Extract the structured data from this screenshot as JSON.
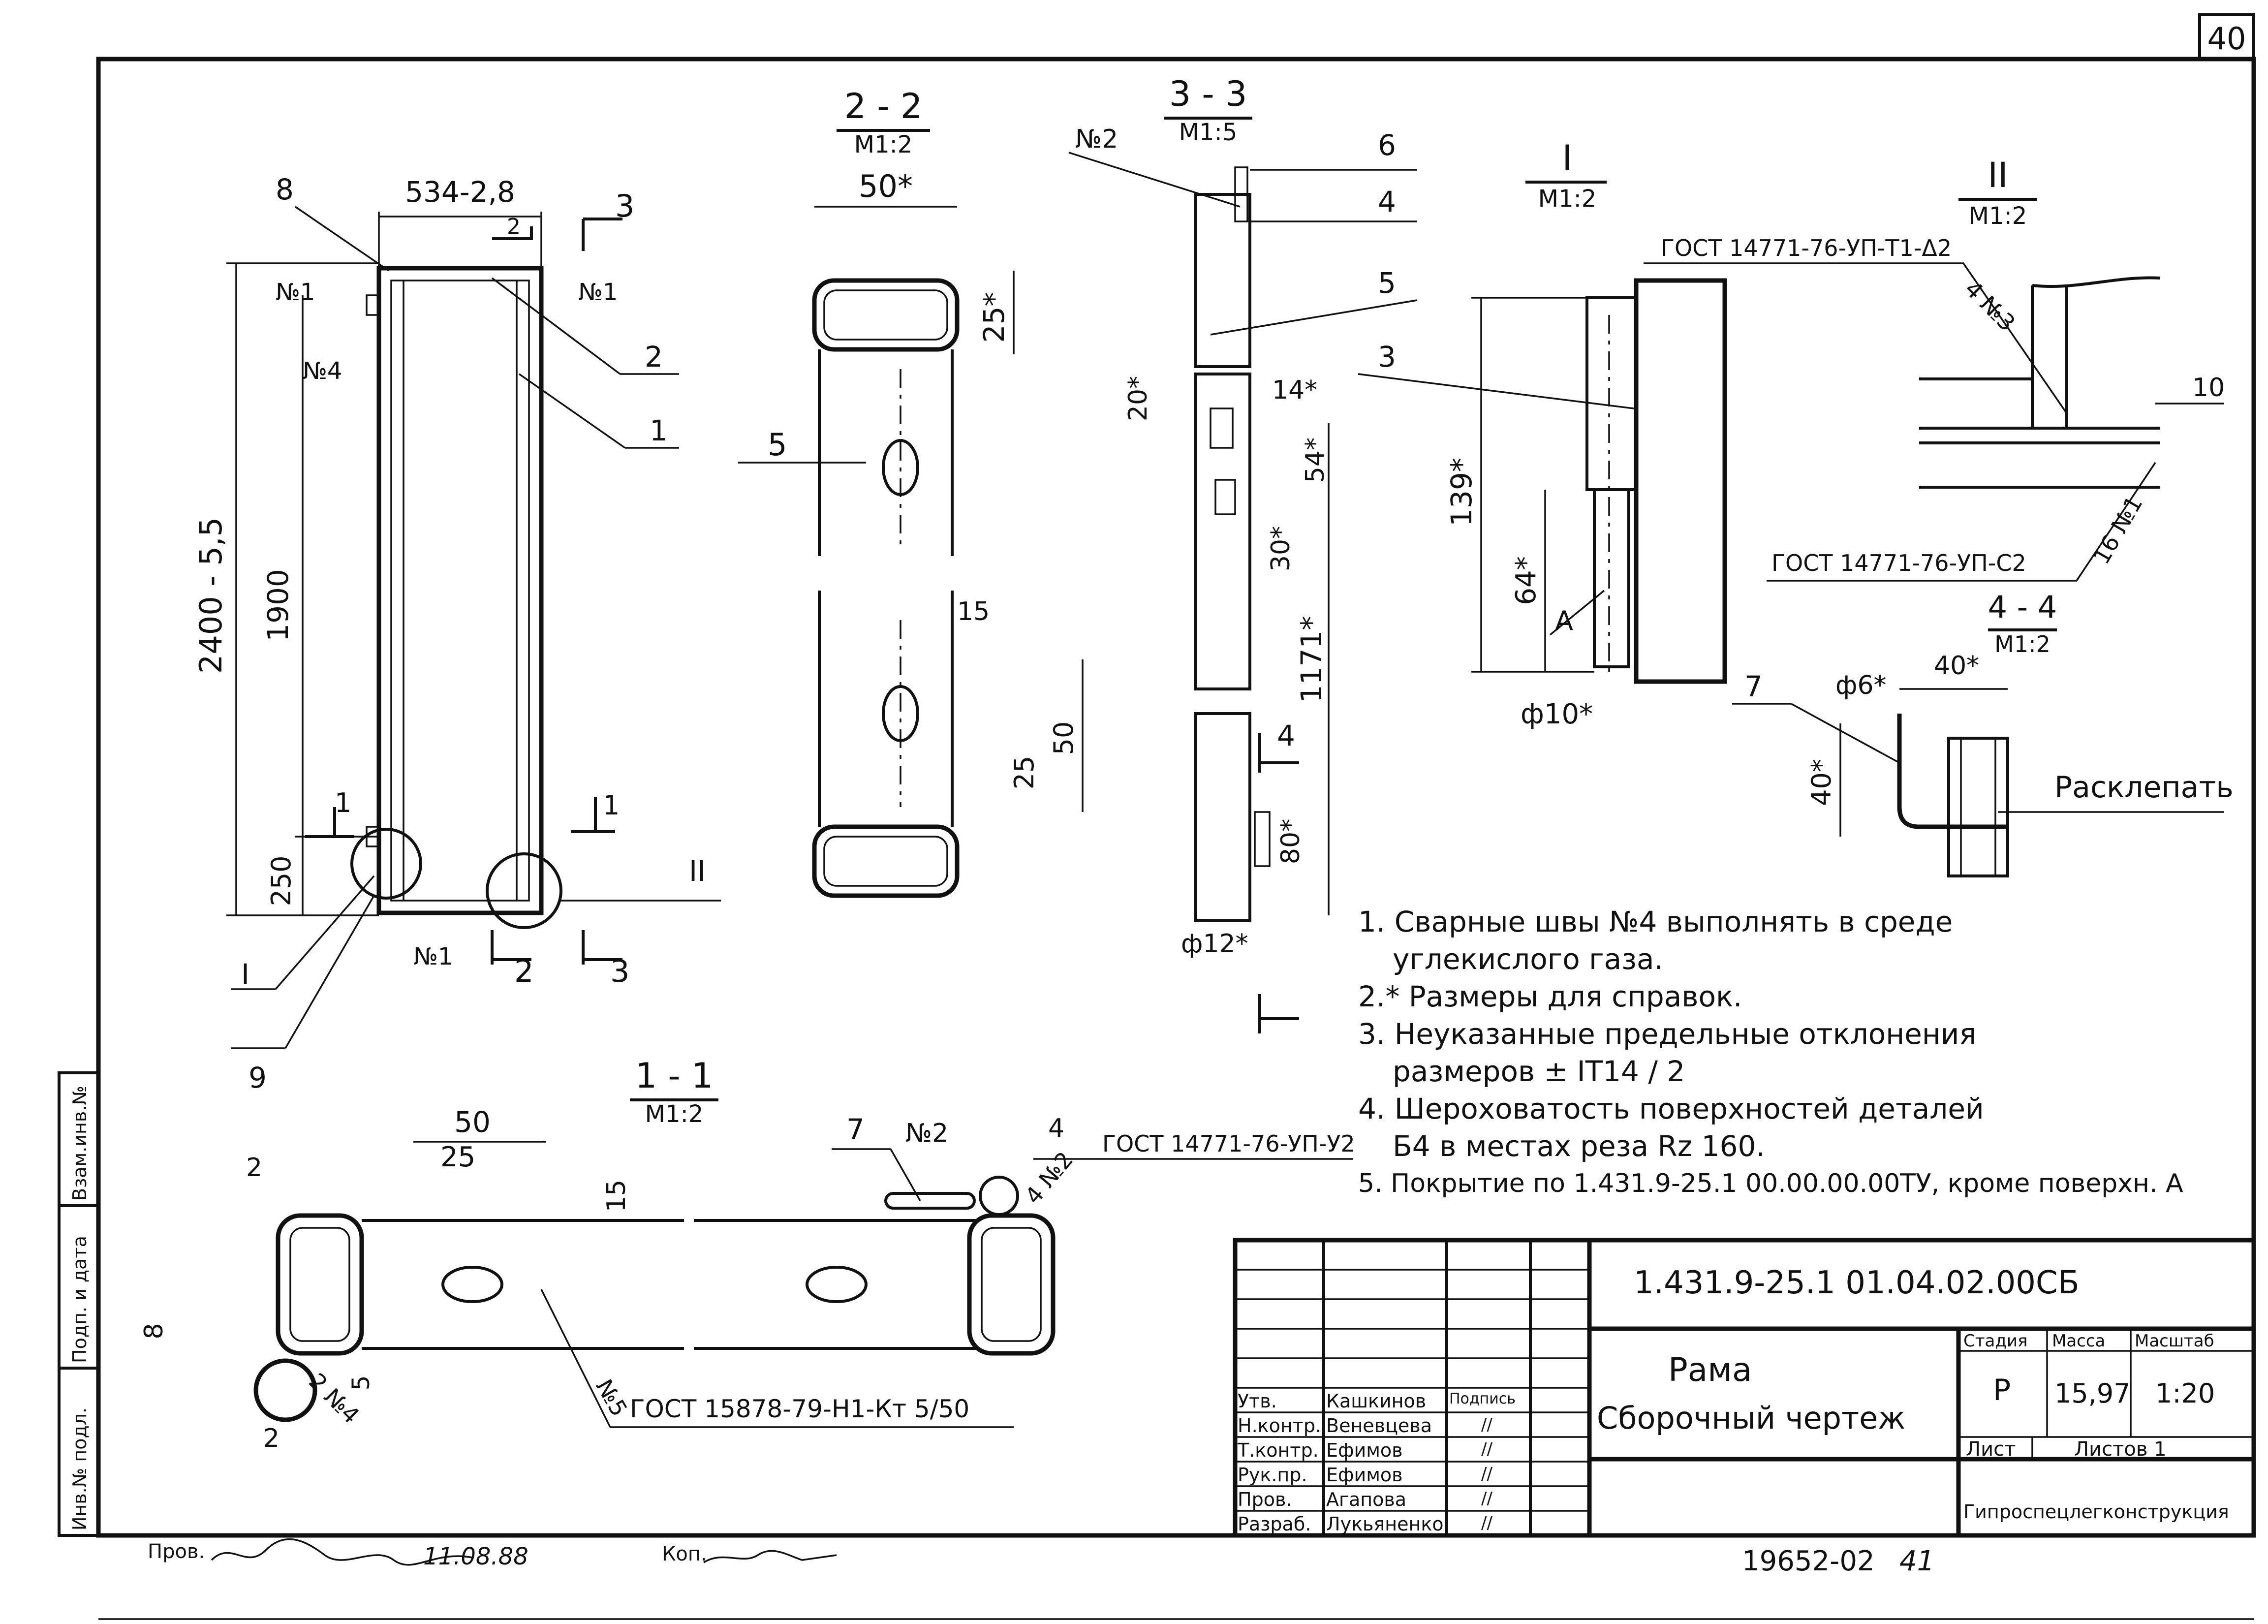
{
  "sheet": {
    "page_number": "40",
    "archive_number": "19652-02",
    "sheet_number_bottom": "41"
  },
  "views": {
    "main": {
      "dims": [
        "534-2,8",
        "2400 - 5,5",
        "1900",
        "250"
      ],
      "callouts": [
        "8",
        "2",
        "1",
        "9"
      ],
      "welds": [
        "№1",
        "№1",
        "№4",
        "№1"
      ],
      "section_marks": [
        "2",
        "3",
        "1",
        "1",
        "2",
        "3"
      ],
      "detail_marks": [
        "I",
        "II"
      ]
    },
    "s22": {
      "title": "2 - 2",
      "scale": "М1:2",
      "dims": [
        "50*",
        "25*",
        "15",
        "25",
        "50"
      ],
      "callout": "5"
    },
    "s33": {
      "title": "3 - 3",
      "scale": "М1:5",
      "dims": [
        "20*",
        "14*",
        "54*",
        "30*",
        "1171*",
        "80*",
        "ф12*"
      ],
      "callouts": [
        "№2",
        "6",
        "4",
        "5",
        "4"
      ]
    },
    "dI": {
      "title": "I",
      "scale": "М1:2",
      "dims": [
        "139*",
        "64*",
        "ф10*"
      ],
      "callouts": [
        "3",
        "А"
      ]
    },
    "dII": {
      "title": "II",
      "scale": "М1:2",
      "std1": "ГОСТ 14771-76-УП-Т1-Δ2",
      "std2": "ГОСТ 14771-76-УП-С2",
      "weld1": "4 №3",
      "weld2": "16 №1",
      "callout": "10"
    },
    "s44": {
      "title": "4 - 4",
      "scale": "М1:2",
      "dims": [
        "ф6*",
        "40*",
        "40*"
      ],
      "callout": "7",
      "note": "Расклепать"
    },
    "s11": {
      "title": "1 - 1",
      "scale": "М1:2",
      "dims": [
        "50",
        "25",
        "15",
        "2",
        "8",
        "5",
        "2"
      ],
      "callouts": [
        "7",
        "№2",
        "4"
      ],
      "welds": [
        "4 №2",
        "№5",
        "2 №4"
      ],
      "std1": "ГОСТ 14771-76-УП-У2",
      "std2": "ГОСТ 15878-79-Н1-Кт 5/50"
    }
  },
  "notes": [
    "1. Сварные швы №4 выполнять в среде",
    "углекислого газа.",
    "2.* Размеры для справок.",
    "3. Неуказанные предельные отклонения",
    "размеров ± IT14 / 2",
    "4. Шероховатость поверхностей деталей",
    "Б4 в местах реза Rz 160.",
    "5. Покрытие по 1.431.9-25.1 00.00.00.00ТУ, кроме поверхн. А"
  ],
  "title_block": {
    "designation": "1.431.9-25.1 01.04.02.00СБ",
    "name_line1": "Рама",
    "name_line2": "Сборочный чертеж",
    "stage_label": "Стадия",
    "mass_label": "Масса",
    "scale_label": "Масштаб",
    "stage": "Р",
    "mass": "15,97",
    "scale": "1:20",
    "sheet_label": "Лист",
    "sheets_label": "Листов 1",
    "organization": "Гипроспецлегконструкция",
    "signature_header": "Подпись",
    "roles": [
      {
        "role": "Утв.",
        "name": "Кашкинов",
        "sign": ""
      },
      {
        "role": "Н.контр.",
        "name": "Веневцева",
        "sign": "//"
      },
      {
        "role": "Т.контр.",
        "name": "Ефимов",
        "sign": "//"
      },
      {
        "role": "Рук.пр.",
        "name": "Ефимов",
        "sign": "//"
      },
      {
        "role": "Пров.",
        "name": "Агапова",
        "sign": "//"
      },
      {
        "role": "Разраб.",
        "name": "Лукьяненко",
        "sign": "//"
      }
    ]
  },
  "left_strip": [
    "Инв.№ подл.",
    "Подп. и дата",
    "Взам.инв.№"
  ],
  "footer": {
    "checked_label": "Пров.",
    "checked_date": "11.08.88",
    "copy_label": "Коп."
  }
}
